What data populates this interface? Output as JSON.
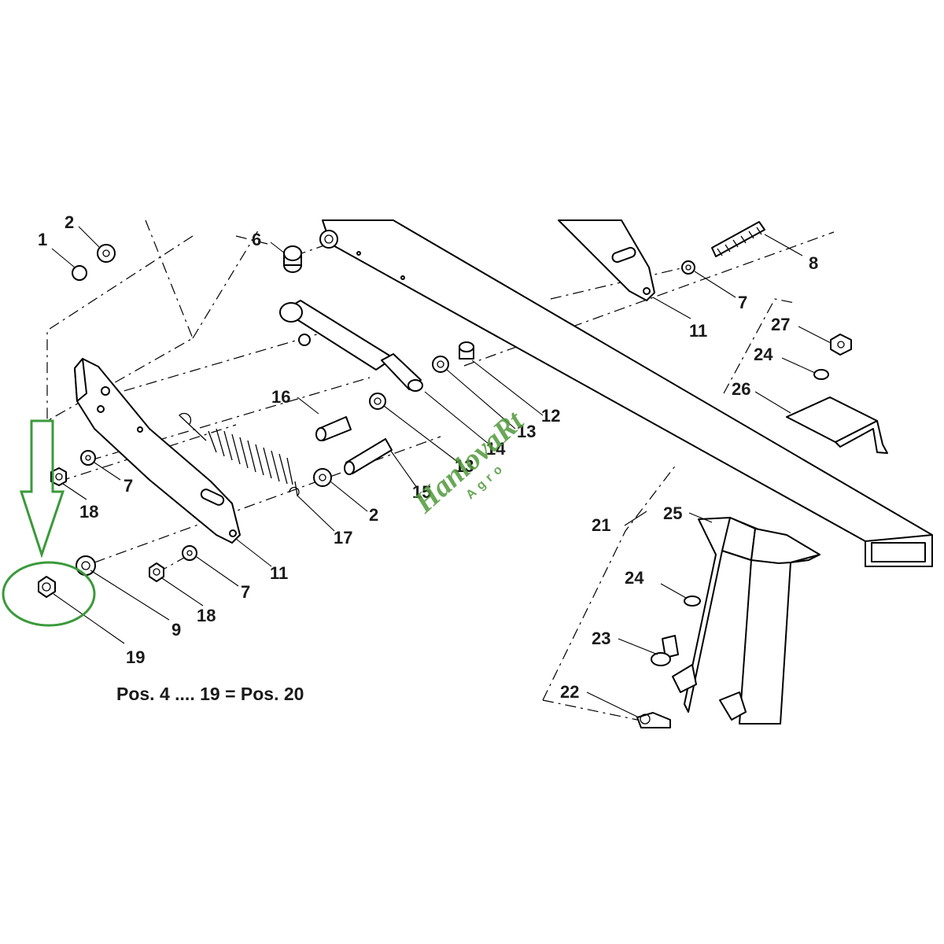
{
  "note": "Pos. 4 .... 19 = Pos. 20",
  "watermark": {
    "name": "HanlovaRt",
    "tagline": "Agro"
  },
  "highlight": {
    "color": "#3a9a3a",
    "target_part": "19"
  },
  "callouts": [
    "1",
    "2",
    "6",
    "8",
    "7",
    "11",
    "27",
    "24",
    "26",
    "16",
    "12",
    "13",
    "14",
    "13",
    "7",
    "18",
    "15",
    "2",
    "17",
    "21",
    "25",
    "11",
    "24",
    "7",
    "18",
    "9",
    "19",
    "23",
    "22"
  ]
}
